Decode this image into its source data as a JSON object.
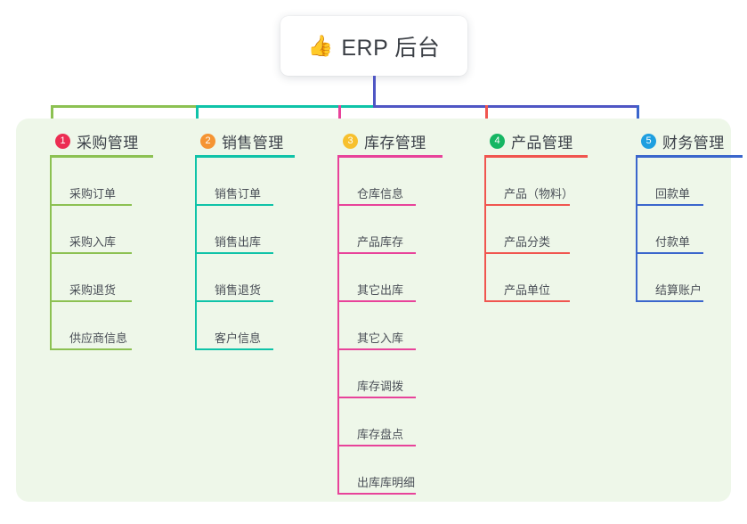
{
  "root": {
    "emoji": "👍",
    "emoji_name": "thumbs-up-emoji",
    "title": "ERP 后台"
  },
  "colors": {
    "panel_bg": "#eef7e9",
    "page_bg": "#ffffff",
    "root_stem": "#4f56c4",
    "trunk_left": "#8cc152",
    "trunk_mid": "#0fc3a8",
    "trunk_right": "#4f56c4"
  },
  "columns": [
    {
      "index": "1",
      "title": "采购管理",
      "badge_color": "#ec2d52",
      "line_color": "#8cc152",
      "items": [
        "采购订单",
        "采购入库",
        "采购退货",
        "供应商信息"
      ]
    },
    {
      "index": "2",
      "title": "销售管理",
      "badge_color": "#f59433",
      "line_color": "#0fc3a8",
      "items": [
        "销售订单",
        "销售出库",
        "销售退货",
        "客户信息"
      ]
    },
    {
      "index": "3",
      "title": "库存管理",
      "badge_color": "#f7c02e",
      "line_color": "#e8439a",
      "items": [
        "仓库信息",
        "产品库存",
        "其它出库",
        "其它入库",
        "库存调拨",
        "库存盘点",
        "出库库明细"
      ]
    },
    {
      "index": "4",
      "title": "产品管理",
      "badge_color": "#16b663",
      "line_color": "#f0554f",
      "items": [
        "产品（物料）",
        "产品分类",
        "产品单位"
      ]
    },
    {
      "index": "5",
      "title": "财务管理",
      "badge_color": "#1e9fe0",
      "line_color": "#3a66cc",
      "items": [
        "回款单",
        "付款单",
        "结算账户"
      ]
    }
  ]
}
